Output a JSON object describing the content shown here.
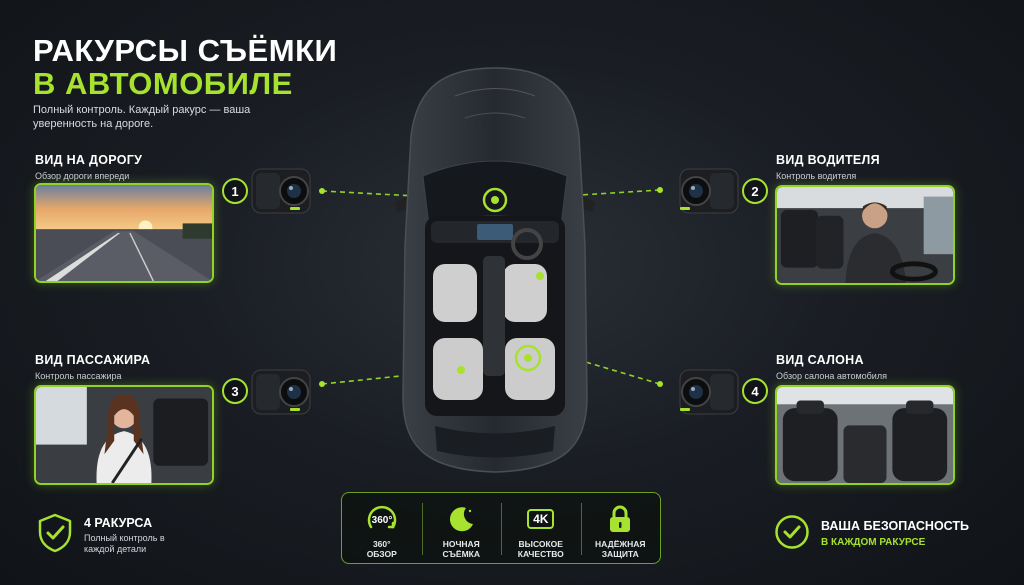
{
  "header": {
    "title_line1": "РАКУРСЫ СЪЁМКИ",
    "title_line2": "В АВТОМОБИЛЕ",
    "subtitle": "Полный контроль. Каждый ракурс — ваша уверенность на дороге."
  },
  "views": [
    {
      "number": "1",
      "title": "ВИД НА ДОРОГУ",
      "caption": "Обзор дороги впереди"
    },
    {
      "number": "2",
      "title": "ВИД ВОДИТЕЛЯ",
      "caption": "Контроль водителя"
    },
    {
      "number": "3",
      "title": "ВИД ПАССАЖИРА",
      "caption": "Контроль пассажира"
    },
    {
      "number": "4",
      "title": "ВИД САЛОНА",
      "caption": "Обзор салона автомобиля"
    }
  ],
  "features": [
    {
      "icon": "360-icon",
      "icon_text": "360°",
      "label_line1": "360°",
      "label_line2": "ОБЗОР"
    },
    {
      "icon": "moon-icon",
      "label_line1": "НОЧНАЯ",
      "label_line2": "СЪЁМКА"
    },
    {
      "icon": "4k-icon",
      "icon_text": "4K",
      "label_line1": "ВЫСОКОЕ",
      "label_line2": "КАЧЕСТВО"
    },
    {
      "icon": "lock-icon",
      "label_line1": "НАДЁЖНАЯ",
      "label_line2": "ЗАЩИТА"
    }
  ],
  "bottom_left": {
    "icon": "shield-check-icon",
    "title": "4 РАКУРСА",
    "caption": "Полный контроль в каждой детали"
  },
  "bottom_right": {
    "icon": "check-circle-icon",
    "title": "ВАША БЕЗОПАСНОСТЬ",
    "caption": "В КАЖДОМ РАКУРСЕ"
  },
  "colors": {
    "accent": "#a6e22e",
    "background": "#1a1e24",
    "car": "#2b2f35"
  }
}
